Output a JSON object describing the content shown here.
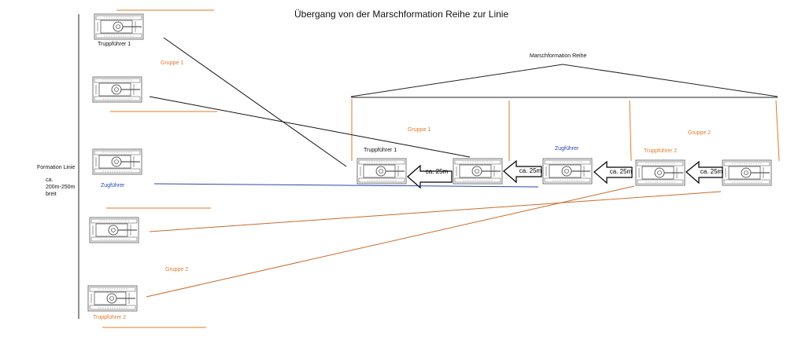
{
  "title": "Übergang von der Marschformation Reihe zur Linie",
  "march": {
    "label": "Marschformation Reihe",
    "group1": "Gruppe 1",
    "group2": "Gruppe 2",
    "leader1": "Truppführer 1",
    "platoon_leader": "Zugführer",
    "leader2": "Truppführer 2",
    "distance": "ca. 25m"
  },
  "line": {
    "label": "Formation Linie",
    "width_line1": "ca.",
    "width_line2": "200m-250m",
    "width_line3": "breit",
    "leader1": "Truppführer 1",
    "group1": "Gruppe 1",
    "platoon_leader": "Zugführer",
    "group2": "Gruppe 2",
    "leader2": "Truppführer 2"
  },
  "colors": {
    "orange": "#e07a2a",
    "blue": "#2a45b5",
    "black": "#111111"
  }
}
